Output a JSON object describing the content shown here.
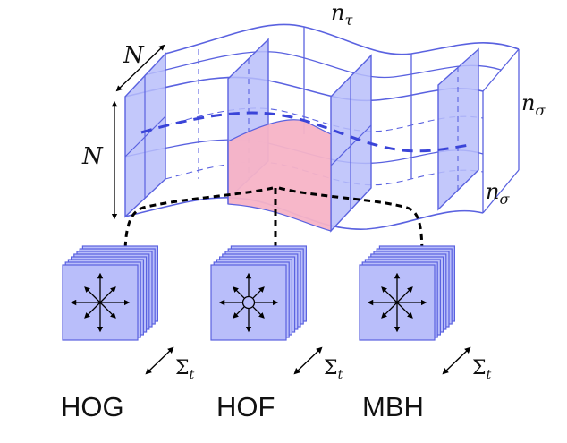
{
  "volume": {
    "size_label_depth": "N",
    "size_label_height": "N",
    "time_label": "n",
    "time_sub": "τ",
    "sigma_label_1": "n",
    "sigma_sub_1": "σ",
    "sigma_label_2": "n",
    "sigma_sub_2": "σ"
  },
  "descriptors": [
    {
      "name": "HOG",
      "sum_symbol": "Σ",
      "sum_sub": "t"
    },
    {
      "name": "HOF",
      "sum_symbol": "Σ",
      "sum_sub": "t"
    },
    {
      "name": "MBH",
      "sum_symbol": "Σ",
      "sum_sub": "t"
    }
  ],
  "colors": {
    "line": "#5a62e0",
    "panel_fill": "#b9befa",
    "highlight_fill": "#f7b3c6",
    "dashed_path": "#3a44d8",
    "text": "#111111"
  }
}
